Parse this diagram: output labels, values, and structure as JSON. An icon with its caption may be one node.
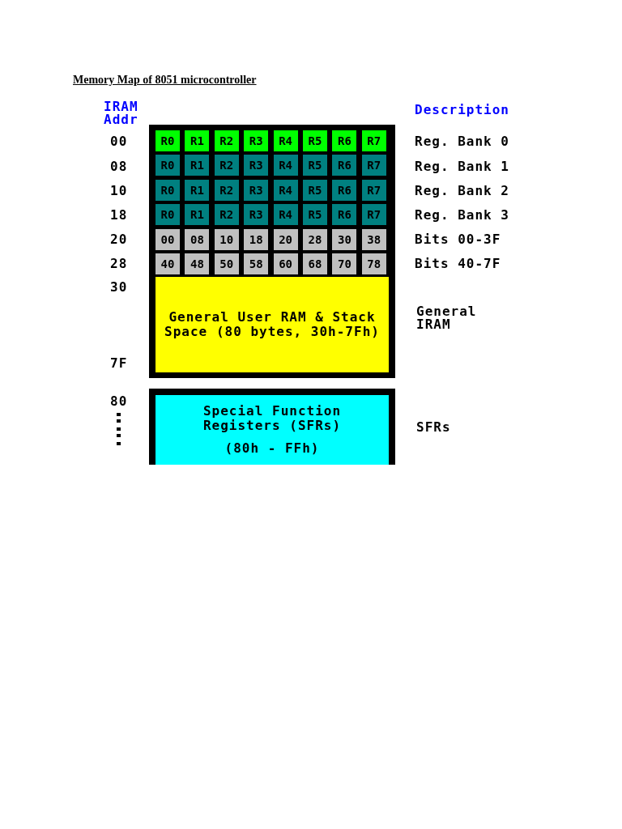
{
  "diagram": {
    "title": "Memory Map of 8051 microcontroller",
    "nodes": [
      {
        "text": [],
        "shape": "box"
      },
      {
        "text": [
          "R0"
        ],
        "in": 0
      },
      {
        "text": [
          "R1"
        ],
        "in": 0
      },
      {
        "text": [
          "R2"
        ],
        "in": 0
      },
      {
        "text": [
          "R3"
        ],
        "in": 0
      },
      {
        "text": [
          "R4"
        ],
        "in": 0
      },
      {
        "text": [
          "R5"
        ],
        "in": 0
      },
      {
        "text": [
          "R6"
        ],
        "in": 0
      },
      {
        "text": [
          "R7"
        ],
        "in": 0
      },
      {
        "text": [
          "R0"
        ],
        "in": 0
      },
      {
        "text": [
          "R1"
        ],
        "in": 0
      },
      {
        "text": [
          "R2"
        ],
        "in": 0
      },
      {
        "text": [
          "R3"
        ],
        "in": 0
      },
      {
        "text": [
          "R4"
        ],
        "in": 0
      },
      {
        "text": [
          "R5"
        ],
        "in": 0
      },
      {
        "text": [
          "R6"
        ],
        "in": 0
      },
      {
        "text": [
          "R7"
        ],
        "in": 0
      },
      {
        "text": [
          "R0"
        ],
        "in": 0
      },
      {
        "text": [
          "R1"
        ],
        "in": 0
      },
      {
        "text": [
          "R2"
        ],
        "in": 0
      },
      {
        "text": [
          "R3"
        ],
        "in": 0
      },
      {
        "text": [
          "R4"
        ],
        "in": 0
      },
      {
        "text": [
          "R5"
        ],
        "in": 0
      },
      {
        "text": [
          "R6"
        ],
        "in": 0
      },
      {
        "text": [
          "R7"
        ],
        "in": 0
      },
      {
        "text": [
          "R0"
        ],
        "in": 0
      },
      {
        "text": [
          "R1"
        ],
        "in": 0
      },
      {
        "text": [
          "R2"
        ],
        "in": 0
      },
      {
        "text": [
          "R3"
        ],
        "in": 0
      },
      {
        "text": [
          "R4"
        ],
        "in": 0
      },
      {
        "text": [
          "R5"
        ],
        "in": 0
      },
      {
        "text": [
          "R6"
        ],
        "in": 0
      },
      {
        "text": [
          "R7"
        ],
        "in": 0
      },
      {
        "text": [
          "00"
        ],
        "in": 0
      },
      {
        "text": [
          "08"
        ],
        "in": 0
      },
      {
        "text": [
          "10"
        ],
        "in": 0
      },
      {
        "text": [
          "18"
        ],
        "in": 0
      },
      {
        "text": [
          "20"
        ],
        "in": 0
      },
      {
        "text": [
          "28"
        ],
        "in": 0
      },
      {
        "text": [
          "30"
        ],
        "in": 0
      },
      {
        "text": [
          "38"
        ],
        "in": 0
      },
      {
        "text": [
          "40"
        ],
        "in": 0
      },
      {
        "text": [
          "48"
        ],
        "in": 0
      },
      {
        "text": [
          "50"
        ],
        "in": 0
      },
      {
        "text": [
          "58"
        ],
        "in": 0
      },
      {
        "text": [
          "60"
        ],
        "in": 0
      },
      {
        "text": [
          "68"
        ],
        "in": 0
      },
      {
        "text": [
          "70"
        ],
        "in": 0
      },
      {
        "text": [
          "78"
        ],
        "in": 0
      },
      {
        "text": [
          "General User RAM & Stack Space (80 bytes, 30h-7Fh)"
        ],
        "in": 0
      },
      {
        "text": [],
        "shape": "box"
      },
      {
        "text": [
          "Special Function Registers (SFRs)",
          "(80h - FFh)"
        ],
        "in": 50
      }
    ],
    "labels": [
      "IRAM Addr",
      "Description",
      "00",
      "Reg. Bank 0",
      "08",
      "Reg. Bank 1",
      "10",
      "Reg. Bank 2",
      "18",
      "Reg. Bank 3",
      "20",
      "Bits 00-3F",
      "28",
      "Bits 40-7F",
      "30",
      "General IRAM",
      "7F",
      "80",
      "SFRs"
    ]
  }
}
